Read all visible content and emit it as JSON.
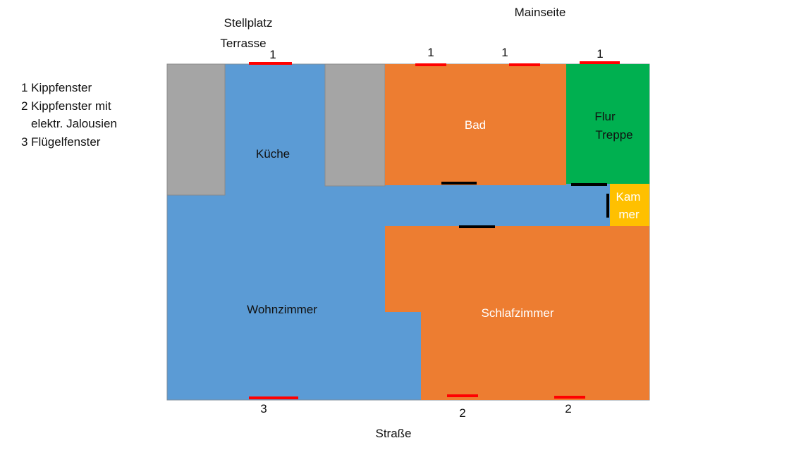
{
  "labels": {
    "stellplatz": "Stellplatz",
    "terrasse": "Terrasse",
    "mainseite": "Mainseite",
    "strasse": "Straße"
  },
  "legend": [
    "1 Kippfenster",
    "2 Kippfenster mit",
    "   elektr. Jalousien",
    "3 Flügelfenster"
  ],
  "rooms": {
    "kueche": "Küche",
    "wohnzimmer": "Wohnzimmer",
    "bad": "Bad",
    "flur_line1": "Flur",
    "flur_line2": "Treppe",
    "kammer_line1": "Kam",
    "kammer_line2": "mer",
    "schlafzimmer": "Schlafzimmer"
  },
  "window_numbers": {
    "top_terrasse": "1",
    "top_bad_1": "1",
    "top_bad_2": "1",
    "top_flur": "1",
    "bottom_wohn": "3",
    "bottom_schlaf_1": "2",
    "bottom_schlaf_2": "2"
  },
  "colors": {
    "living": "#5b9bd5",
    "orange": "#ed7d31",
    "green": "#00b050",
    "yellow": "#ffc000",
    "gray": "#a5a5a5",
    "window": "#ff0000",
    "door": "#000000"
  }
}
